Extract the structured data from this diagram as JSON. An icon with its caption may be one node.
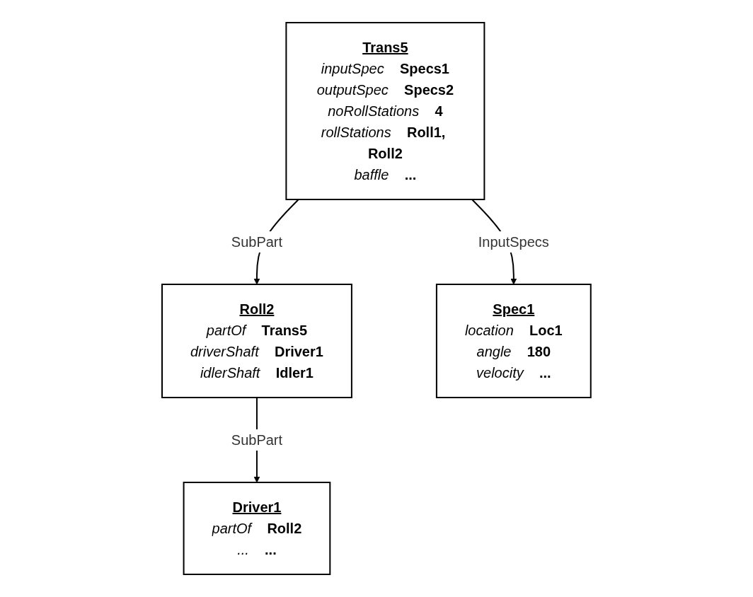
{
  "diagram": {
    "nodes": [
      {
        "text": [
          "Trans5",
          "inputSpec",
          "Specs1",
          "outputSpec",
          "Specs2",
          "noRollStations",
          "4",
          "rollStations",
          "Roll1, Roll2",
          "baffle",
          "..."
        ]
      },
      {
        "text": [
          "Roll2",
          "partOf",
          "Trans5",
          "driverShaft",
          "Driver1",
          "idlerShaft",
          "Idler1"
        ]
      },
      {
        "text": [
          "Spec1",
          "location",
          "Loc1",
          "angle",
          "180",
          "velocity",
          "..."
        ]
      },
      {
        "text": [
          "Driver1",
          "partOf",
          "Roll2",
          "...",
          "..."
        ]
      }
    ],
    "edges": [
      {
        "from": 0,
        "to": 1,
        "arrow": "to",
        "label": "SubPart"
      },
      {
        "from": 0,
        "to": 2,
        "arrow": "to",
        "label": "InputSpecs"
      },
      {
        "from": 1,
        "to": 3,
        "arrow": "to",
        "label": "SubPart"
      }
    ]
  }
}
